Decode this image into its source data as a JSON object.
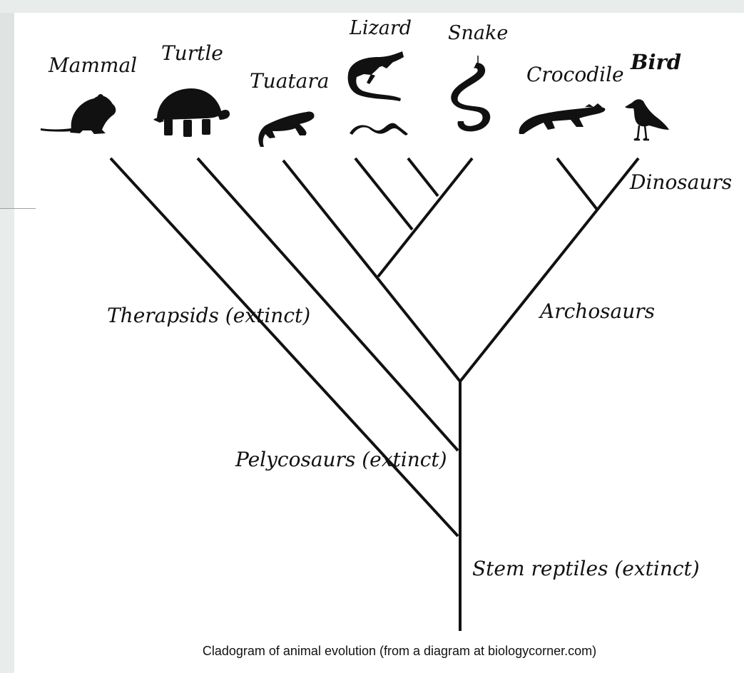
{
  "taxa": {
    "mammal": "Mammal",
    "turtle": "Turtle",
    "tuatara": "Tuatara",
    "lizard": "Lizard",
    "snake": "Snake",
    "crocodile": "Crocodile",
    "bird": "Bird"
  },
  "clades": {
    "dinosaurs": "Dinosaurs",
    "archosaurs": "Archosaurs",
    "therapsids": "Therapsids (extinct)",
    "pelycosaurs": "Pelycosaurs (extinct)",
    "stem_reptiles": "Stem reptiles (extinct)"
  },
  "caption": "Cladogram of animal evolution (from a diagram at biologycorner.com)",
  "icons": [
    "mammal-icon",
    "turtle-icon",
    "tuatara-icon",
    "lizard-icon",
    "snake-icon",
    "crocodile-icon",
    "bird-icon"
  ]
}
